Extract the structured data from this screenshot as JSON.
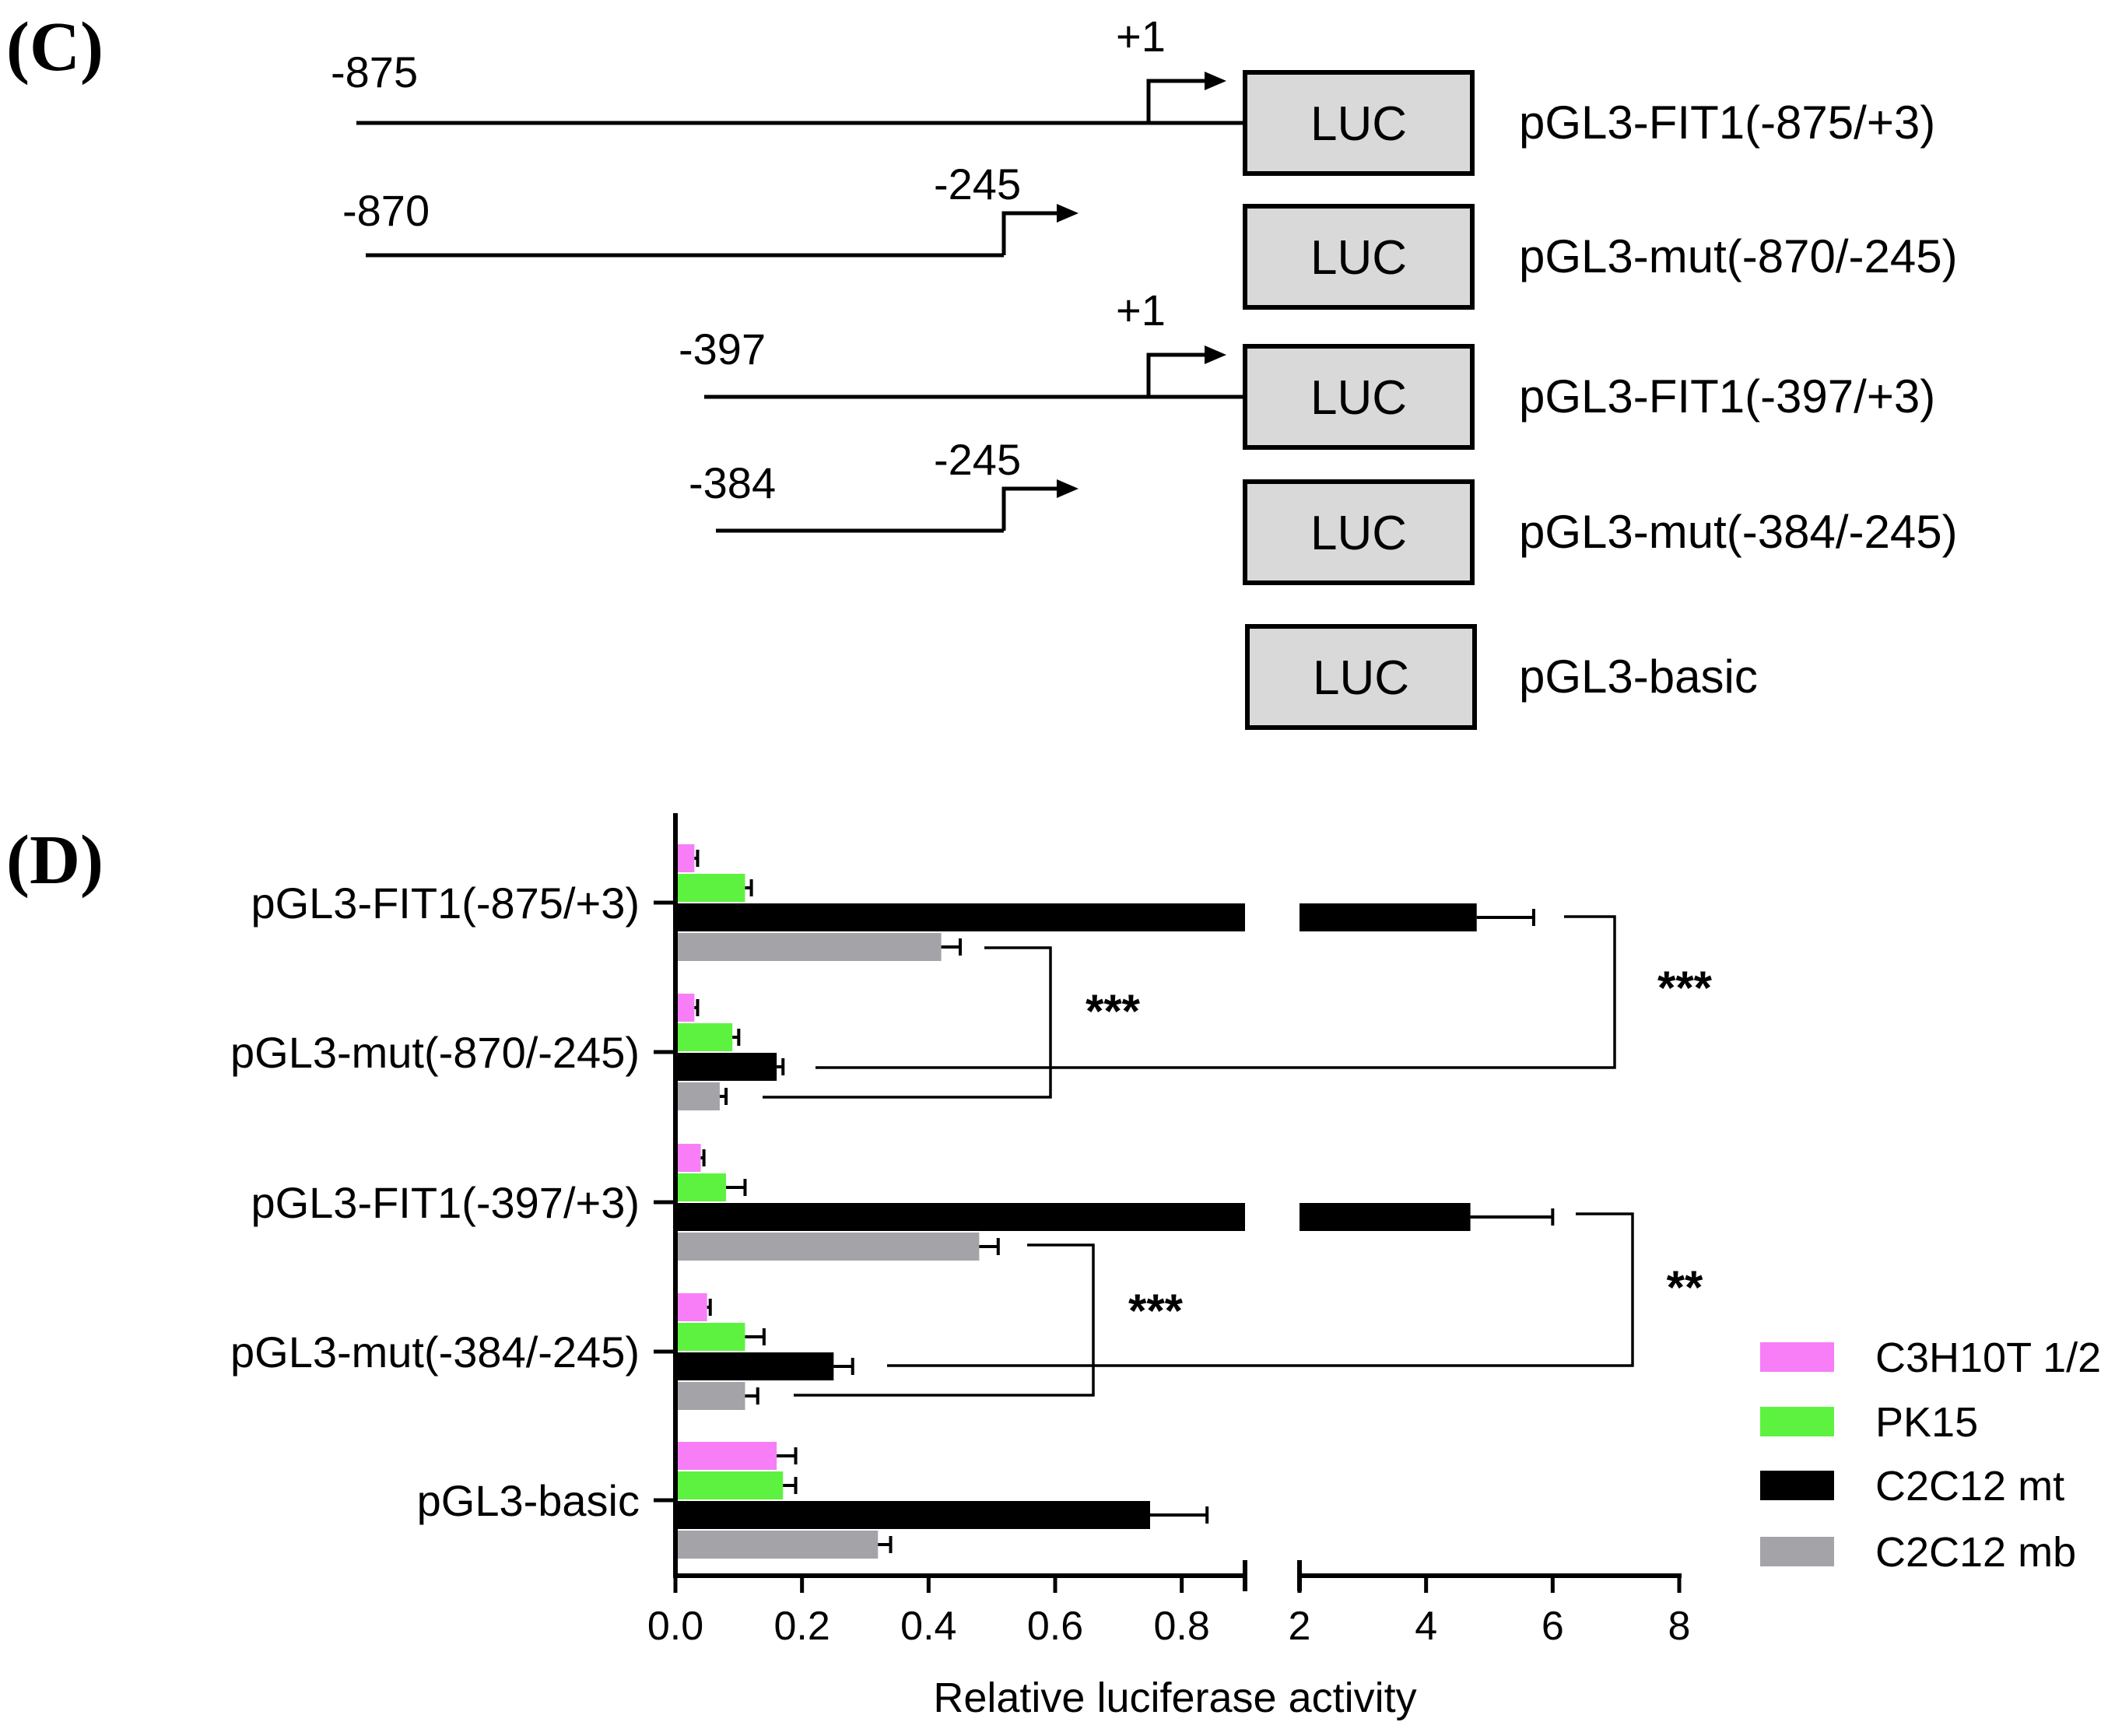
{
  "panel_c": {
    "panel_label": "(C)",
    "luc_label": "LUC",
    "constructs": [
      {
        "name": "pGL3-FIT1(-875/+3)",
        "start_label": "-875",
        "tss_label": "+1"
      },
      {
        "name": "pGL3-mut(-870/-245)",
        "start_label": "-870",
        "tss_label": "-245"
      },
      {
        "name": "pGL3-FIT1(-397/+3)",
        "start_label": "-397",
        "tss_label": "+1"
      },
      {
        "name": "pGL3-mut(-384/-245)",
        "start_label": "-384",
        "tss_label": "-245"
      },
      {
        "name": "pGL3-basic",
        "start_label": "",
        "tss_label": ""
      }
    ]
  },
  "panel_d": {
    "panel_label": "(D)",
    "significance": [
      "***",
      "***",
      "***",
      "**"
    ]
  },
  "colors": {
    "C3H10T 1/2": "#f77ef7",
    "PK15": "#5ef240",
    "C2C12 mt": "#000000",
    "C2C12 mb": "#a3a3a8",
    "luc_fill": "#d9d9d9"
  },
  "chart_data": {
    "type": "bar",
    "orientation": "horizontal",
    "xlabel": "Relative luciferase activity",
    "ylabel": "",
    "axis_break": {
      "segment1": [
        0,
        0.9
      ],
      "segment2": [
        2,
        8
      ]
    },
    "xticks_segment1": [
      "0.0",
      "0.2",
      "0.4",
      "0.6",
      "0.8"
    ],
    "xticks_segment2": [
      "2",
      "4",
      "6",
      "8"
    ],
    "categories": [
      "pGL3-FIT1(-875/+3)",
      "pGL3-mut(-870/-245)",
      "pGL3-FIT1(-397/+3)",
      "pGL3-mut(-384/-245)",
      "pGL3-basic"
    ],
    "series": [
      {
        "name": "C3H10T 1/2",
        "values": [
          0.03,
          0.03,
          0.04,
          0.05,
          0.16
        ],
        "errors": [
          0.005,
          0.005,
          0.005,
          0.005,
          0.03
        ]
      },
      {
        "name": "PK15",
        "values": [
          0.11,
          0.09,
          0.08,
          0.11,
          0.17
        ],
        "errors": [
          0.01,
          0.01,
          0.03,
          0.03,
          0.02
        ]
      },
      {
        "name": "C2C12 mt",
        "values": [
          4.8,
          0.16,
          4.7,
          0.25,
          0.75
        ],
        "errors": [
          0.9,
          0.01,
          1.3,
          0.03,
          0.09
        ]
      },
      {
        "name": "C2C12 mb",
        "values": [
          0.42,
          0.07,
          0.48,
          0.11,
          0.32
        ],
        "errors": [
          0.03,
          0.01,
          0.03,
          0.02,
          0.02
        ]
      }
    ],
    "legend_position": "bottom-right",
    "grid": false
  }
}
